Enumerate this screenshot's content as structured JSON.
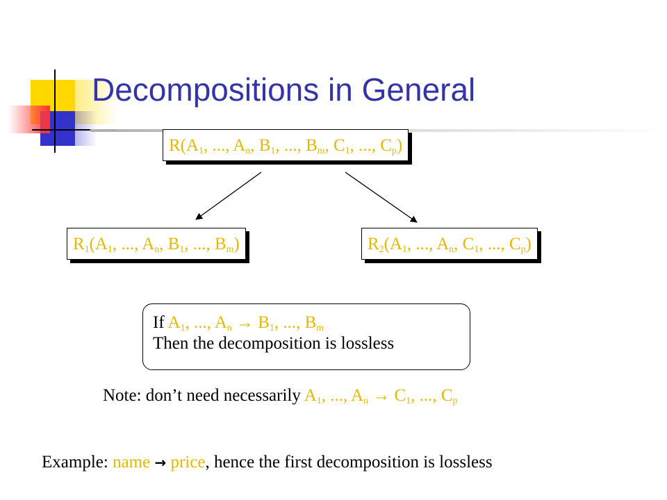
{
  "slide": {
    "title": "Decompositions in General",
    "relation_main": "R(A1, ..., An, B1, ..., Bm, C1, ..., Cp)",
    "relation_r1": "R1(A1, ..., An, B1, ..., Bm)",
    "relation_r2": "R2(A1, ..., An, C1, ..., Cp)",
    "rule": {
      "if_label": "If",
      "if_condition": "A1, ..., An → B1, ..., Bm",
      "then_text": "Then the decomposition is lossless"
    },
    "note": {
      "prefix": "Note: don’t need necessarily",
      "condition": "A1, ..., An → C1, ..., Cp"
    },
    "example": {
      "prefix": "Example:",
      "lhs": "name",
      "arrow": "→",
      "rhs": "price",
      "suffix": ", hence the first decomposition is lossless"
    }
  },
  "colors": {
    "title": "#3333aa",
    "highlight": "#e6b800",
    "accent_yellow": "#ffd800",
    "accent_blue": "#3333cc",
    "accent_red": "#ff3333"
  }
}
